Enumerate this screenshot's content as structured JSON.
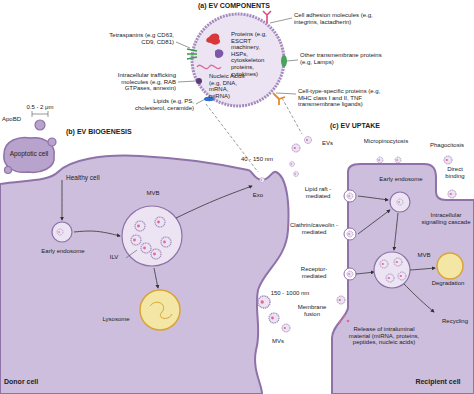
{
  "diagram": {
    "nodes": [
      {
        "text": [
          "Proteins (e.g, ESCRT machinery, HSPs, cytoskeleton proteins, cytokines)",
          "Nucleic Acids (e.g, DNA, mRNA, miRNA)"
        ]
      },
      {
        "text": [
          "Apoptotic cell"
        ]
      },
      {
        "text": [
          "Healthy cell",
          "Donor cell"
        ]
      },
      {
        "text": [
          "Recipient cell"
        ]
      }
    ],
    "labels": [
      "(a) EV COMPONENTS",
      "Cell adhesion molecules (e.g, integrins, lactadherin)",
      "Tetraspanins (e.g CD63, CD9, CD81)",
      "Other transmembrane proteins (e.g, Lamps)",
      "Intracellular trafficking molecules (e.g, RAB GTPases, annexin)",
      "Cell-type-specific proteins (e.g, MHC class I and II, TNF transmembrane ligands)",
      "Lipids (e.g, PS, cholesterol, ceramide)",
      "0.5 - 2 μm",
      "ApoBD",
      "(b) EV BIOGENESIS",
      "40 - 150 nm",
      "EVs",
      "MVB",
      "Exo",
      "Early endosome",
      "ILV",
      "Lysosome",
      "150 - 1000 nm",
      "MVs",
      "(c) EV UPTAKE",
      "Micropinocytosis",
      "Phagocitosis",
      "Direct binding",
      "Lipid raft -mediated",
      "Early endosome",
      "Clathrin/caveolin -mediated",
      "Intracellular signalling cascade",
      "MVB",
      "Receptor- mediated",
      "Degradation",
      "Membrane fusion",
      "Recycling",
      "Release of intraluminal material (miRNA, proteins, peptides, nucleic acids)"
    ]
  }
}
